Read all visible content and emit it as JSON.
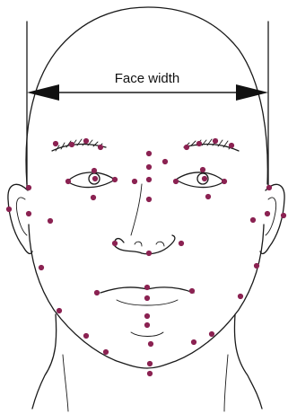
{
  "diagram": {
    "measurement_label": "Face width",
    "landmark_color": "#8b2252",
    "line_color": "#1a1a1a",
    "landmarks": [
      {
        "id": "brow-l-1"
      },
      {
        "id": "brow-l-2"
      },
      {
        "id": "brow-l-3"
      },
      {
        "id": "brow-l-4"
      },
      {
        "id": "brow-r-1"
      },
      {
        "id": "brow-r-2"
      },
      {
        "id": "brow-r-3"
      },
      {
        "id": "brow-r-4"
      },
      {
        "id": "eye-l-outer"
      },
      {
        "id": "eye-l-top"
      },
      {
        "id": "eye-l-pupil"
      },
      {
        "id": "eye-l-inner"
      },
      {
        "id": "eye-l-bottom"
      },
      {
        "id": "eye-r-inner"
      },
      {
        "id": "eye-r-top"
      },
      {
        "id": "eye-r-pupil"
      },
      {
        "id": "eye-r-outer"
      },
      {
        "id": "eye-r-bottom"
      },
      {
        "id": "midline-1"
      },
      {
        "id": "midline-2"
      },
      {
        "id": "midline-3"
      },
      {
        "id": "midline-4"
      },
      {
        "id": "midline-5"
      },
      {
        "id": "nose-left"
      },
      {
        "id": "nose-right"
      },
      {
        "id": "nose-base"
      },
      {
        "id": "cheek-l"
      },
      {
        "id": "cheek-r"
      },
      {
        "id": "temple-l"
      },
      {
        "id": "temple-r"
      },
      {
        "id": "ear-l-1"
      },
      {
        "id": "ear-l-2"
      },
      {
        "id": "ear-r-1"
      },
      {
        "id": "ear-r-2"
      },
      {
        "id": "jaw-l-1"
      },
      {
        "id": "jaw-l-2"
      },
      {
        "id": "jaw-l-3"
      },
      {
        "id": "jaw-l-4"
      },
      {
        "id": "jaw-r-1"
      },
      {
        "id": "jaw-r-2"
      },
      {
        "id": "jaw-r-3"
      },
      {
        "id": "jaw-r-4"
      },
      {
        "id": "mouth-l"
      },
      {
        "id": "mouth-top"
      },
      {
        "id": "mouth-bottom"
      },
      {
        "id": "mouth-r"
      },
      {
        "id": "chin-1"
      },
      {
        "id": "chin-2"
      },
      {
        "id": "chin-3"
      },
      {
        "id": "chin-4"
      },
      {
        "id": "neck-l"
      },
      {
        "id": "neck-r"
      }
    ]
  }
}
